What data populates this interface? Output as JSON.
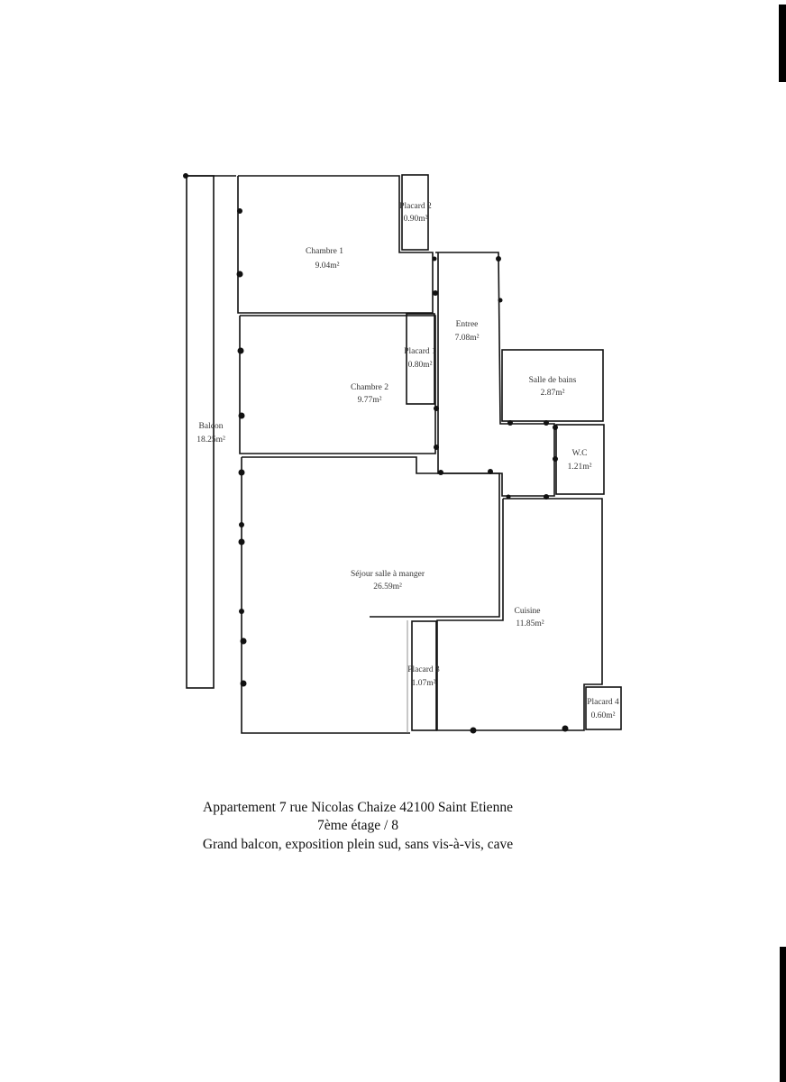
{
  "plan": {
    "rooms": [
      {
        "name": "Balcon",
        "area": "18.25m²"
      },
      {
        "name": "Chambre 1",
        "area": "9.04m²"
      },
      {
        "name": "Placard 2",
        "area": "0.90m²"
      },
      {
        "name": "Chambre 2",
        "area": "9.77m²"
      },
      {
        "name": "Placard 1",
        "area": "0.80m²"
      },
      {
        "name": "Entree",
        "area": "7.08m²"
      },
      {
        "name": "Salle de bains",
        "area": "2.87m²"
      },
      {
        "name": "W.C",
        "area": "1.21m²"
      },
      {
        "name": "Séjour salle à manger",
        "area": "26.59m²"
      },
      {
        "name": "Cuisine",
        "area": "11.85m²"
      },
      {
        "name": "Placard 3",
        "area": "1.07m²"
      },
      {
        "name": "Placard 4",
        "area": "0.60m²"
      }
    ]
  },
  "caption": {
    "line1": "Appartement 7 rue Nicolas Chaize 42100 Saint Etienne",
    "line2": "7ème étage / 8",
    "line3": "Grand balcon, exposition plein sud, sans vis-à-vis, cave"
  }
}
